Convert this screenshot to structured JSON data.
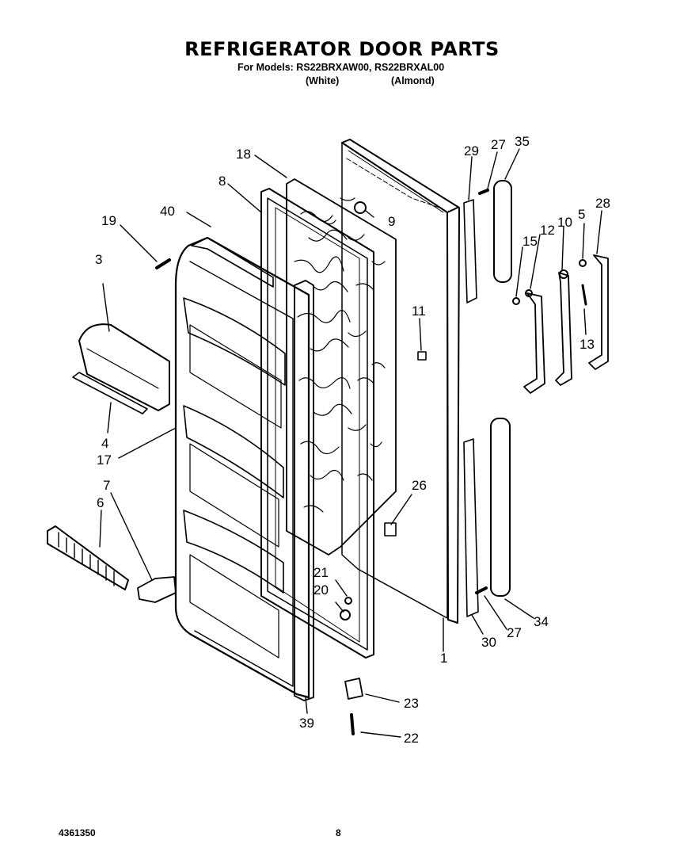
{
  "header": {
    "title": "REFRIGERATOR DOOR PARTS",
    "models_line": "For Models: RS22BRXAW00, RS22BRXAL00",
    "color_white": "(White)",
    "color_almond": "(Almond)"
  },
  "callouts": {
    "p1": "1",
    "p3": "3",
    "p4": "4",
    "p5": "5",
    "p6": "6",
    "p7": "7",
    "p8": "8",
    "p9": "9",
    "p10": "10",
    "p11": "11",
    "p12": "12",
    "p13": "13",
    "p15": "15",
    "p17": "17",
    "p18": "18",
    "p19": "19",
    "p20": "20",
    "p21": "21",
    "p22": "22",
    "p23": "23",
    "p26": "26",
    "p27a": "27",
    "p27b": "27",
    "p28": "28",
    "p29": "29",
    "p30": "30",
    "p34": "34",
    "p35": "35",
    "p39": "39",
    "p40": "40"
  },
  "footer": {
    "doc_number": "4361350",
    "page_number": "8"
  }
}
